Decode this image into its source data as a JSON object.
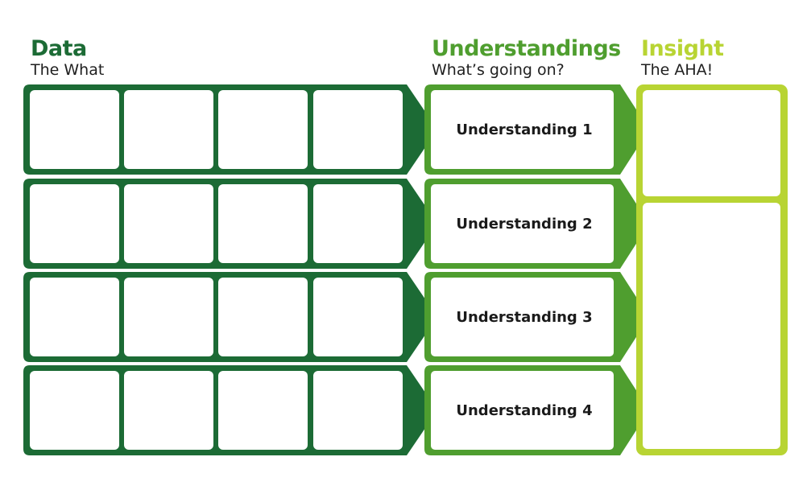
{
  "colors": {
    "data": "#1c6b35",
    "understandings": "#4f9e2f",
    "insight": "#b8d433",
    "cell": "#ffffff",
    "text": "#1a1a1a"
  },
  "headers": {
    "data": {
      "title": "Data",
      "subtitle": "The What"
    },
    "understandings": {
      "title": "Understandings",
      "subtitle": "What’s going on?"
    },
    "insight": {
      "title": "Insight",
      "subtitle": "The AHA!"
    }
  },
  "rows": [
    {
      "understanding": "Understanding 1"
    },
    {
      "understanding": "Understanding 2"
    },
    {
      "understanding": "Understanding 3"
    },
    {
      "understanding": "Understanding 4"
    }
  ],
  "data_cells_per_row": 4
}
